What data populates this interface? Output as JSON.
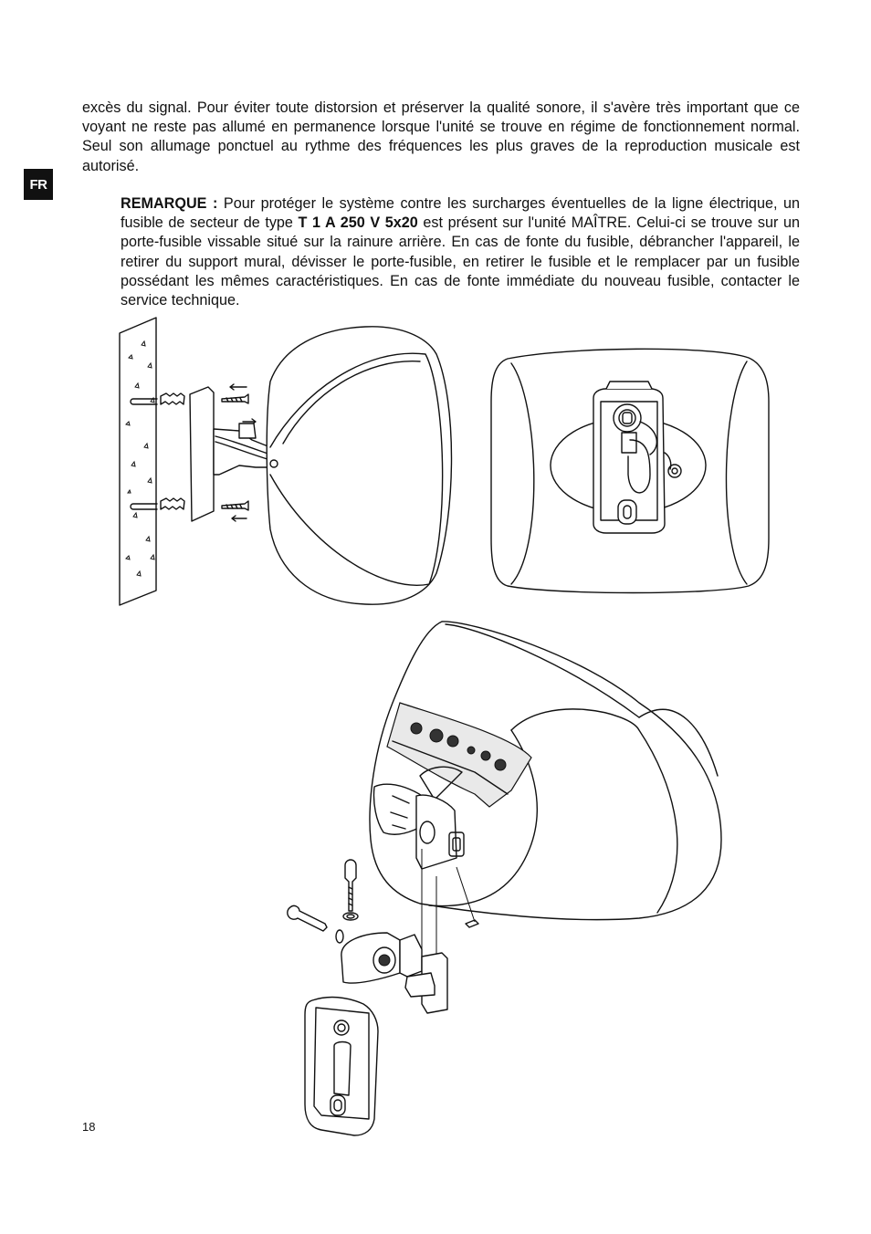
{
  "sidebar": {
    "language_tab": "FR"
  },
  "content": {
    "paragraph_1": "excès du signal. Pour éviter toute distorsion et préserver la qualité sonore, il s'avère très important que ce voyant ne reste pas allumé en permanence lorsque l'unité se trouve en régime de fonctionnement normal. Seul son allumage ponctuel au rythme des fréquences les plus graves de la reproduction musicale est autorisé.",
    "remark": {
      "label": "REMARQUE :",
      "text_1": " Pour protéger le système contre les surcharges éventuelles de la ligne électrique, un fusible de secteur de type ",
      "fuse_spec": "T 1 A 250 V 5x20",
      "text_2": " est présent sur l'unité MAÎTRE. Celui-ci se trouve sur un porte-fusible vissable situé sur la rainure arrière. En cas de fonte du fusible, débrancher l'appareil, le retirer du support mural, dévisser le porte-fusible, en retirer le fusible et le remplacer par un fusible possédant les mêmes caractéristiques. En cas de fonte immédiate du nouveau fusible, contacter le service technique."
    }
  },
  "footer": {
    "page_number": "18"
  },
  "illustrations": {
    "figure_wall_mount": "wall-mount-side-view-illustration",
    "figure_rear_view": "speaker-rear-view-illustration",
    "figure_bracket_exploded": "bracket-exploded-view-illustration"
  }
}
